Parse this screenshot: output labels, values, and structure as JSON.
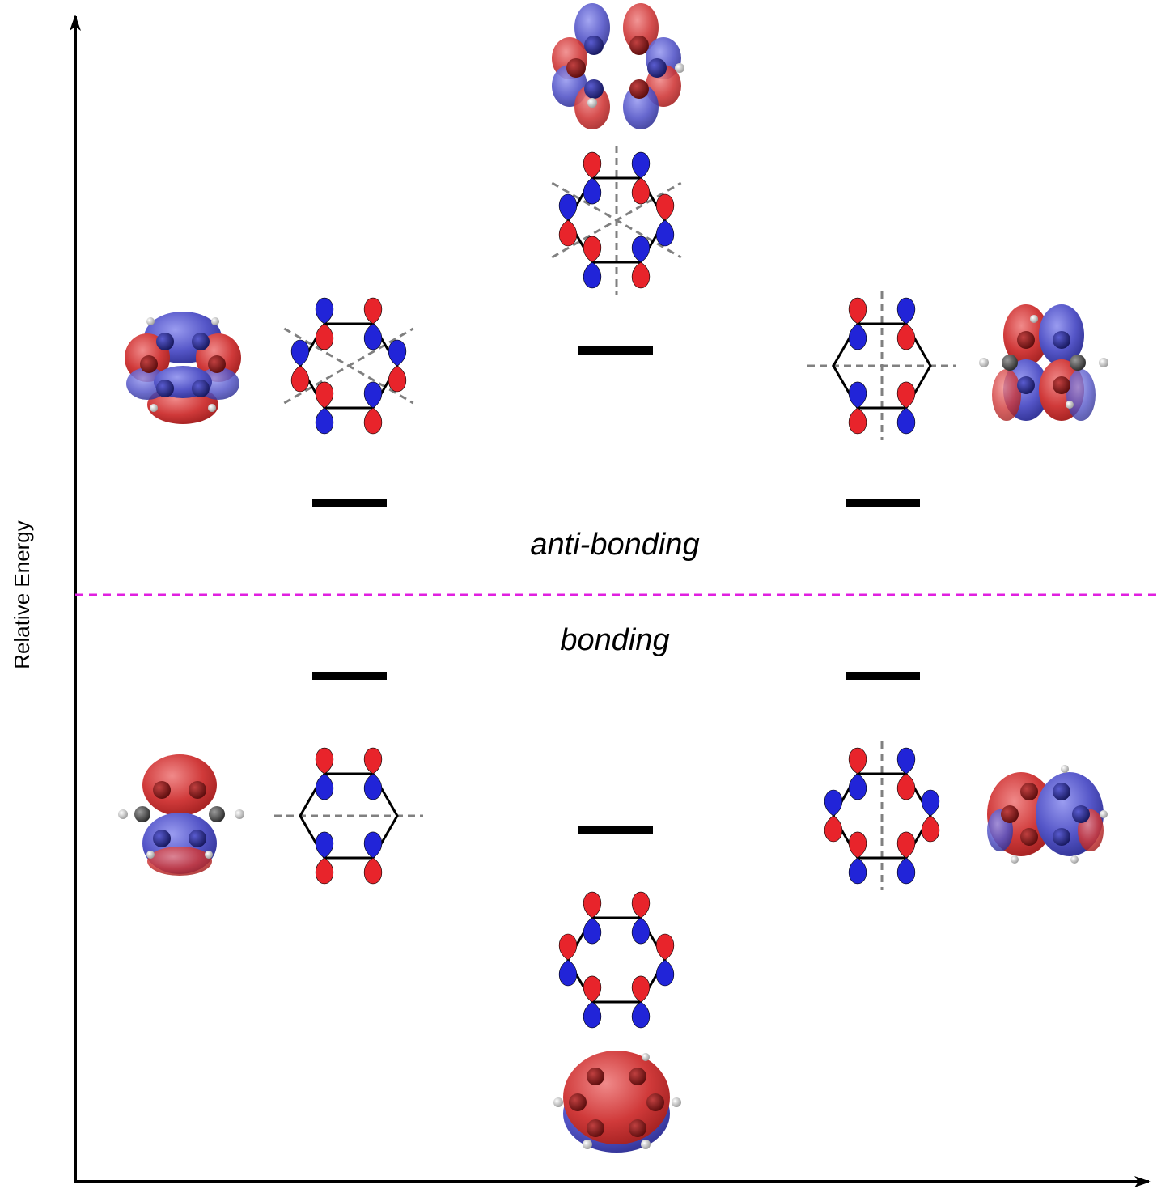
{
  "y_axis_label": "Relative Energy",
  "region_labels": {
    "upper": "anti-bonding",
    "lower": "bonding"
  },
  "colors": {
    "phase_positive": "#e8242b",
    "phase_negative": "#2124d8",
    "divider": "#e020e0",
    "node_line": "#808080"
  },
  "orbitals": [
    {
      "id": "psi1",
      "energy_rank": 1,
      "nodes": 0,
      "phases": [
        "+",
        "+",
        "+",
        "+",
        "+",
        "+"
      ]
    },
    {
      "id": "psi2",
      "energy_rank": 2,
      "nodes": 1,
      "phases": [
        "+",
        "+",
        "0",
        "-",
        "-",
        "0"
      ]
    },
    {
      "id": "psi3",
      "energy_rank": 2,
      "nodes": 1,
      "phases": [
        "+",
        "-",
        "-",
        "+",
        "+",
        "-"
      ]
    },
    {
      "id": "psi4",
      "energy_rank": 3,
      "nodes": 2,
      "phases": [
        "-",
        "+",
        "-",
        "-",
        "+",
        "-"
      ]
    },
    {
      "id": "psi5",
      "energy_rank": 3,
      "nodes": 2,
      "phases": [
        "+",
        "-",
        "0",
        "+",
        "-",
        "0"
      ]
    },
    {
      "id": "psi6",
      "energy_rank": 4,
      "nodes": 3,
      "phases": [
        "+",
        "-",
        "+",
        "-",
        "+",
        "-"
      ]
    }
  ]
}
